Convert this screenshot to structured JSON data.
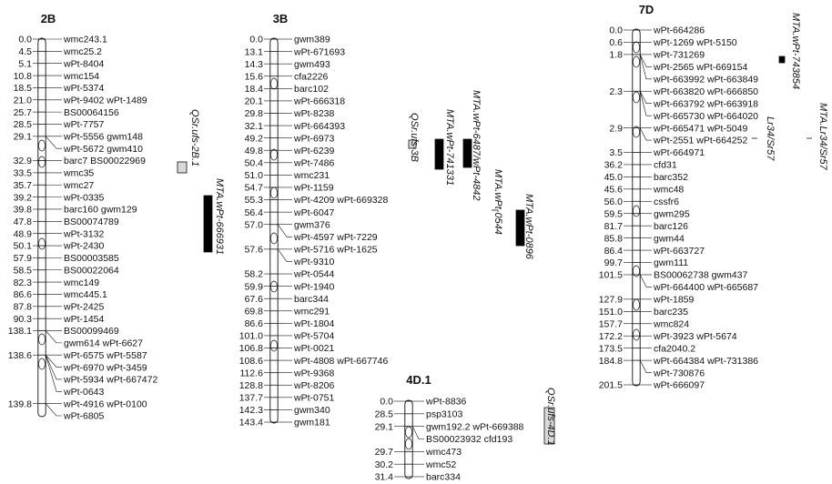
{
  "chromosomes": [
    {
      "name": "2B",
      "rows": [
        {
          "pos": "0.0",
          "markers": "wmc243.1"
        },
        {
          "pos": "4.5",
          "markers": "wmc25.2"
        },
        {
          "pos": "5.1",
          "markers": "wPt-8404"
        },
        {
          "pos": "10.8",
          "markers": "wmc154"
        },
        {
          "pos": "18.5",
          "markers": "wPt-5374"
        },
        {
          "pos": "21.0",
          "markers": "wPt-9402 wPt-1489"
        },
        {
          "pos": "25.7",
          "markers": "BS00064156"
        },
        {
          "pos": "28.5",
          "markers": "wPt-7757"
        },
        {
          "pos": "29.1",
          "markers": "wPt-5556 gwm148"
        },
        {
          "pos": "",
          "markers": "wPt-5672 gwm410"
        },
        {
          "pos": "32.9",
          "markers": "barc7 BS00022969"
        },
        {
          "pos": "33.5",
          "markers": "wmc35"
        },
        {
          "pos": "35.7",
          "markers": "wmc27"
        },
        {
          "pos": "39.2",
          "markers": "wPt-0335"
        },
        {
          "pos": "39.8",
          "markers": "barc160 gwm129"
        },
        {
          "pos": "47.8",
          "markers": "BS00074789"
        },
        {
          "pos": "48.9",
          "markers": "wPt-3132"
        },
        {
          "pos": "50.1",
          "markers": "wPt-2430"
        },
        {
          "pos": "57.9",
          "markers": "BS00003585"
        },
        {
          "pos": "58.5",
          "markers": "BS00022064"
        },
        {
          "pos": "82.3",
          "markers": "wmc149"
        },
        {
          "pos": "86.6",
          "markers": "wmc445.1"
        },
        {
          "pos": "87.8",
          "markers": "wPt-2425"
        },
        {
          "pos": "90.3",
          "markers": "wPt-1454"
        },
        {
          "pos": "138.1",
          "markers": "BS00099469"
        },
        {
          "pos": "",
          "markers": "gwm614 wPt-6627"
        },
        {
          "pos": "138.6",
          "markers": "wPt-6575 wPt-5587"
        },
        {
          "pos": "",
          "markers": "wPt-6970 wPt-3459"
        },
        {
          "pos": "",
          "markers": "wPt-5934 wPt-667472"
        },
        {
          "pos": "",
          "markers": "wPt-0643"
        },
        {
          "pos": "139.8",
          "markers": "wPt-4916 wPt-0100"
        },
        {
          "pos": "",
          "markers": "wPt-6805"
        }
      ]
    },
    {
      "name": "3B",
      "rows": [
        {
          "pos": "0.0",
          "markers": "gwm389"
        },
        {
          "pos": "13.1",
          "markers": "wPt-671693"
        },
        {
          "pos": "14.3",
          "markers": "gwm493"
        },
        {
          "pos": "15.6",
          "markers": "cfa2226"
        },
        {
          "pos": "18.4",
          "markers": "barc102"
        },
        {
          "pos": "20.1",
          "markers": "wPt-666318"
        },
        {
          "pos": "29.8",
          "markers": "wPt-8238"
        },
        {
          "pos": "32.1",
          "markers": "wPt-664393"
        },
        {
          "pos": "49.2",
          "markers": "wPt-6973"
        },
        {
          "pos": "49.8",
          "markers": "wPt-6239"
        },
        {
          "pos": "50.4",
          "markers": "wPt-7486"
        },
        {
          "pos": "51.0",
          "markers": "wmc231"
        },
        {
          "pos": "54.7",
          "markers": "wPt-1159"
        },
        {
          "pos": "55.3",
          "markers": "wPt-4209 wPt-669328"
        },
        {
          "pos": "56.4",
          "markers": "wPt-6047"
        },
        {
          "pos": "57.0",
          "markers": "gwm376"
        },
        {
          "pos": "",
          "markers": "wPt-4597 wPt-7229"
        },
        {
          "pos": "57.6",
          "markers": "wPt-5716 wPt-1625"
        },
        {
          "pos": "",
          "markers": "wPt-9310"
        },
        {
          "pos": "58.2",
          "markers": "wPt-0544"
        },
        {
          "pos": "59.9",
          "markers": "wPt-1940"
        },
        {
          "pos": "67.6",
          "markers": "barc344"
        },
        {
          "pos": "69.8",
          "markers": "wmc291"
        },
        {
          "pos": "86.6",
          "markers": "wPt-1804"
        },
        {
          "pos": "101.0",
          "markers": "wPt-5704"
        },
        {
          "pos": "106.8",
          "markers": "wPt-0021"
        },
        {
          "pos": "108.6",
          "markers": "wPt-4808 wPt-667746"
        },
        {
          "pos": "112.6",
          "markers": "wPt-9368"
        },
        {
          "pos": "128.8",
          "markers": "wPt-8206"
        },
        {
          "pos": "137.7",
          "markers": "wPt-0751"
        },
        {
          "pos": "142.3",
          "markers": "gwm340"
        },
        {
          "pos": "143.4",
          "markers": "gwm181"
        }
      ]
    },
    {
      "name": "4D.1",
      "rows": [
        {
          "pos": "0.0",
          "markers": "wPt-8836"
        },
        {
          "pos": "28.5",
          "markers": "psp3103"
        },
        {
          "pos": "29.1",
          "markers": "gwm192.2 wPt-669388"
        },
        {
          "pos": "",
          "markers": "BS00023932 cfd193"
        },
        {
          "pos": "29.7",
          "markers": "wmc473"
        },
        {
          "pos": "30.2",
          "markers": "wmc52"
        },
        {
          "pos": "31.4",
          "markers": "barc334"
        }
      ]
    },
    {
      "name": "7D",
      "rows": [
        {
          "pos": "0.0",
          "markers": "wPt-664286"
        },
        {
          "pos": "0.6",
          "markers": "wPt-1269 wPt-5150"
        },
        {
          "pos": "1.8",
          "markers": "wPt-731269"
        },
        {
          "pos": "",
          "markers": "wPt-2565 wPt-669154"
        },
        {
          "pos": "",
          "markers": "wPt-663992 wPt-663849"
        },
        {
          "pos": "2.3",
          "markers": "wPt-663820 wPt-666850"
        },
        {
          "pos": "",
          "markers": "wPt-663792 wPt-663918"
        },
        {
          "pos": "",
          "markers": "wPt-665730 wPt-664020"
        },
        {
          "pos": "2.9",
          "markers": "wPt-665471 wPt-5049"
        },
        {
          "pos": "",
          "markers": "wPt-2551 wPt-664252"
        },
        {
          "pos": "3.5",
          "markers": "wPt-664971"
        },
        {
          "pos": "36.2",
          "markers": "cfd31"
        },
        {
          "pos": "45.0",
          "markers": "barc352"
        },
        {
          "pos": "45.6",
          "markers": "wmc48"
        },
        {
          "pos": "56.0",
          "markers": "cssfr6"
        },
        {
          "pos": "59.5",
          "markers": "gwm295"
        },
        {
          "pos": "81.7",
          "markers": "barc126"
        },
        {
          "pos": "85.8",
          "markers": "gwm44"
        },
        {
          "pos": "86.4",
          "markers": "wPt-663727"
        },
        {
          "pos": "99.7",
          "markers": "gwm111"
        },
        {
          "pos": "101.5",
          "markers": "BS00062738 gwm437"
        },
        {
          "pos": "",
          "markers": "wPt-664400 wPt-665687"
        },
        {
          "pos": "127.9",
          "markers": "wPt-1859"
        },
        {
          "pos": "151.0",
          "markers": "barc235"
        },
        {
          "pos": "157.7",
          "markers": "wmc824"
        },
        {
          "pos": "172.2",
          "markers": "wPt-3923 wPt-5674"
        },
        {
          "pos": "173.5",
          "markers": "cfa2040.2"
        },
        {
          "pos": "184.8",
          "markers": "wPt-664384 wPt-731386"
        },
        {
          "pos": "",
          "markers": "wPt-730876"
        },
        {
          "pos": "201.5",
          "markers": "wPt-666097"
        }
      ]
    }
  ],
  "qtl": [
    {
      "name": "QSr.ufs-2B.1",
      "style": "hollow"
    },
    {
      "name": "MTA.wPt-666931",
      "style": "solid"
    },
    {
      "name": "QSr.ufs-3B",
      "style": "hollow"
    },
    {
      "name": "MTA.wPt-741331",
      "style": "solid"
    },
    {
      "name": "MTA.wPt-6487/wPt-4842",
      "style": "solid"
    },
    {
      "name": "MTA.wPt-0544",
      "style": "line"
    },
    {
      "name": "MTA.wPt-0896",
      "style": "solid"
    },
    {
      "name": "QSr.ufs-4D.1",
      "style": "hollow"
    },
    {
      "name": "MTA.wPt-743854",
      "style": "solid"
    },
    {
      "name": "Lr34/Sr57",
      "style": "line"
    },
    {
      "name": "MTA.Lr34/Sr57",
      "style": "line"
    }
  ],
  "colors": {
    "ink": "#111111",
    "hollow_fill": "#d9d9d9",
    "solid_fill": "#000000"
  }
}
